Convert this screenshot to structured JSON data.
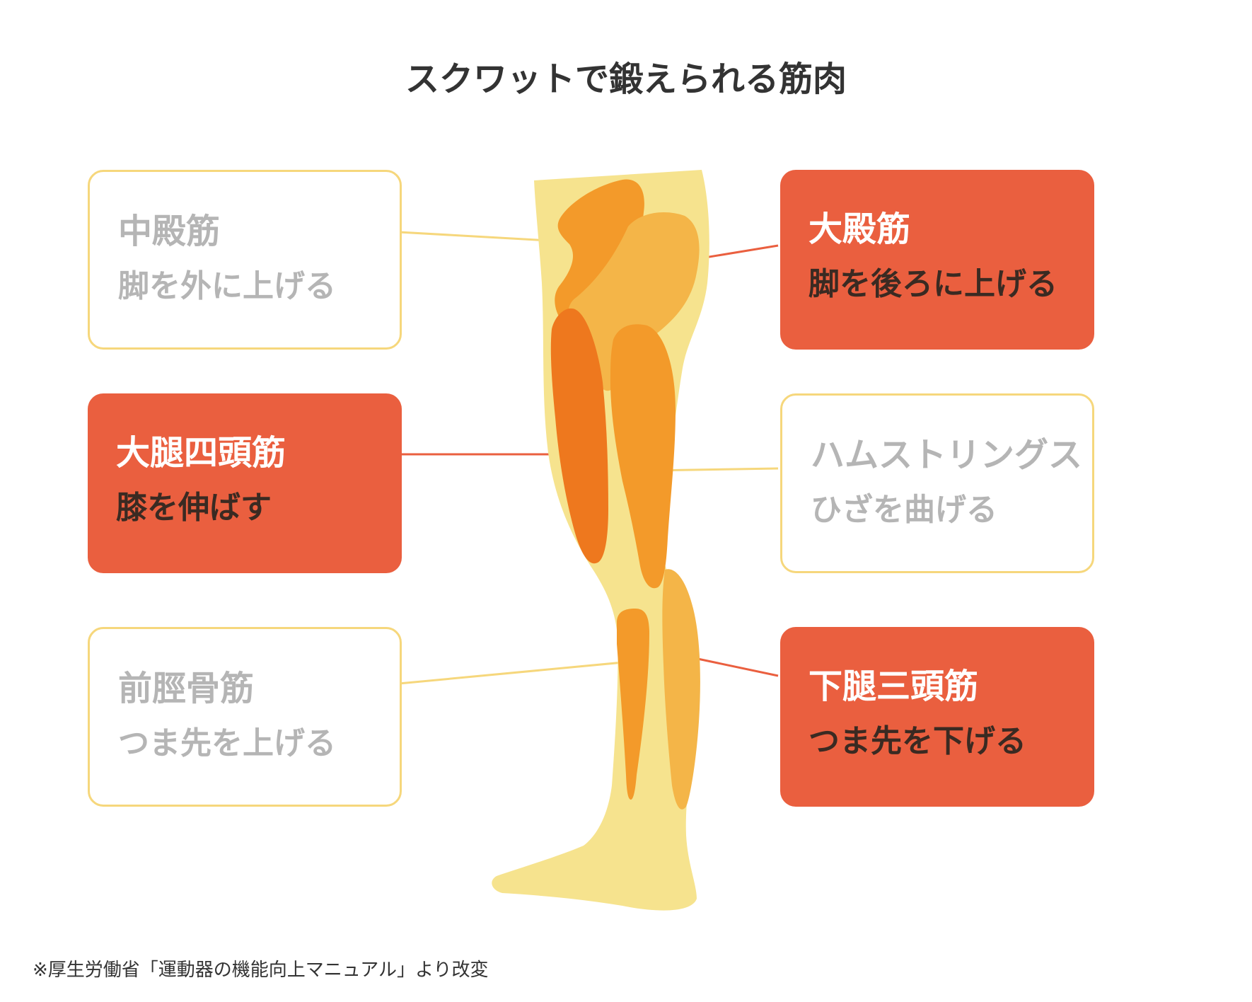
{
  "title": "スクワットで鍛えられる筋肉",
  "colors": {
    "skin": "#f6e38e",
    "muscle_dark": "#ee781e",
    "muscle_mid": "#f39a2a",
    "muscle_light": "#f4b548",
    "active_card": "#ea5f3f",
    "inactive_border": "#f6d77c",
    "line_active": "#ea5f3f",
    "line_inactive": "#f6d77c"
  },
  "muscles": [
    {
      "id": "gluteus-medius",
      "name": "中殿筋",
      "description": "脚を外に上げる",
      "highlighted": false
    },
    {
      "id": "gluteus-maximus",
      "name": "大殿筋",
      "description": "脚を後ろに上げる",
      "highlighted": true
    },
    {
      "id": "quadriceps",
      "name": "大腿四頭筋",
      "description": "膝を伸ばす",
      "highlighted": true
    },
    {
      "id": "hamstrings",
      "name": "ハムストリングス",
      "description": "ひざを曲げる",
      "highlighted": false
    },
    {
      "id": "tibialis-anterior",
      "name": "前脛骨筋",
      "description": "つま先を上げる",
      "highlighted": false
    },
    {
      "id": "triceps-surae",
      "name": "下腿三頭筋",
      "description": "つま先を下げる",
      "highlighted": true
    }
  ],
  "source_note": "※厚生労働省「運動器の機能向上マニュアル」より改変"
}
